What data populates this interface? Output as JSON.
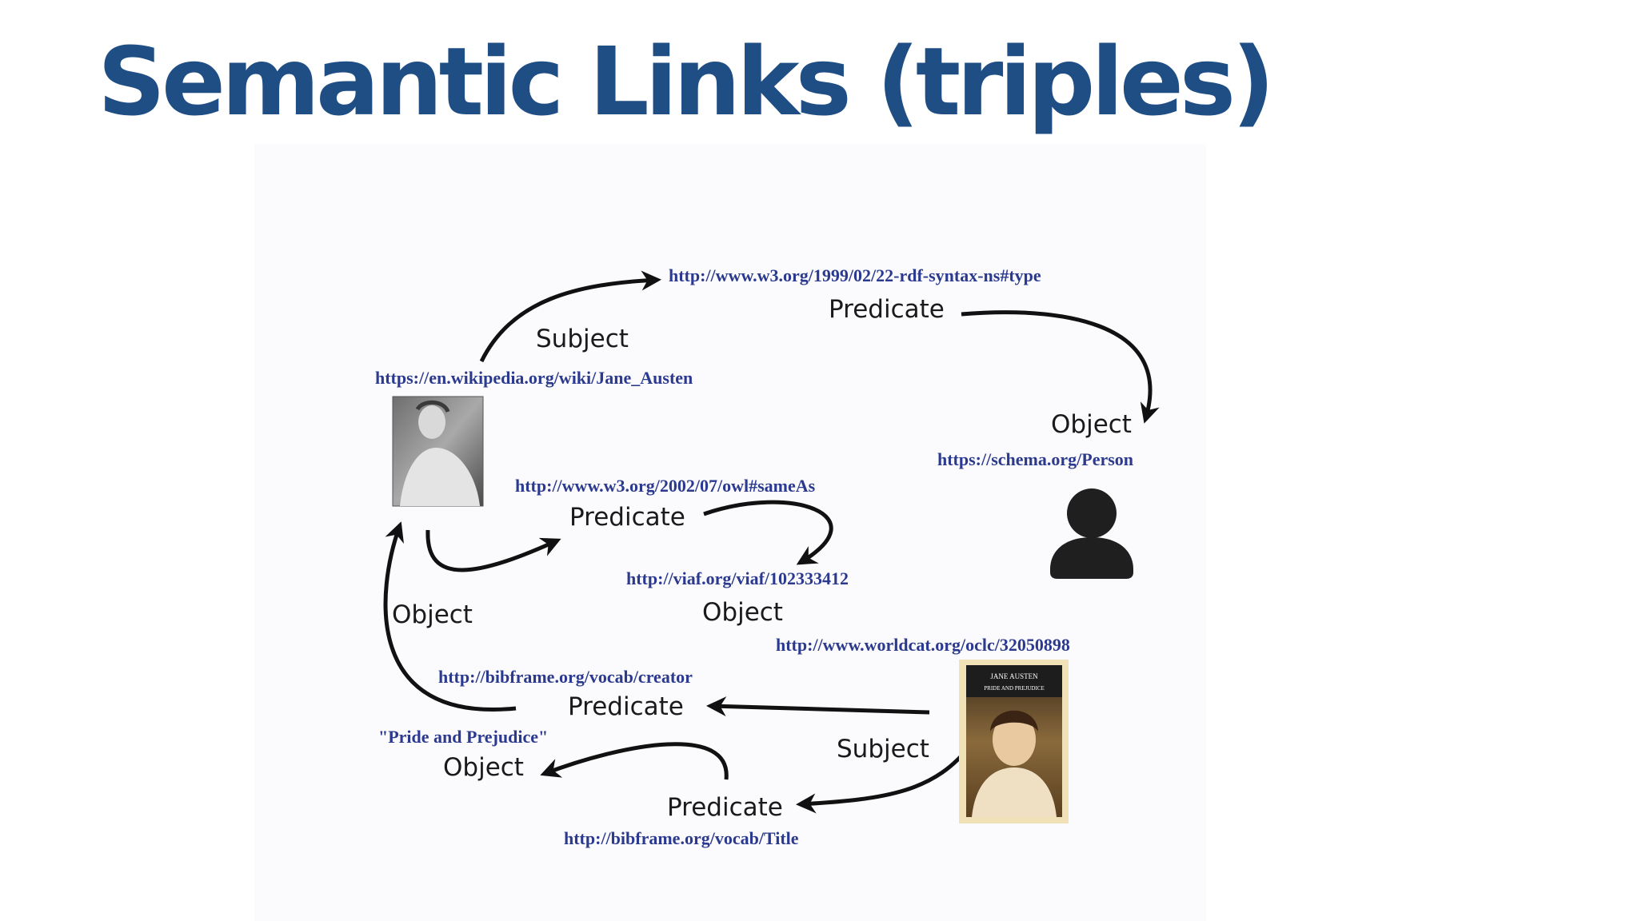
{
  "title": "Semantic Links (triples)",
  "diagram": {
    "top_uri": "http://www.w3.org/1999/02/22-rdf-syntax-ns#type",
    "top_predicate": "Predicate",
    "top_subject": "Subject",
    "austen_uri": "https://en.wikipedia.org/wiki/Jane_Austen",
    "person_object": "Object",
    "person_uri": "https://schema.org/Person",
    "sameas_uri": "http://www.w3.org/2002/07/owl#sameAs",
    "sameas_predicate": "Predicate",
    "viaf_uri": "http://viaf.org/viaf/102333412",
    "viaf_object": "Object",
    "left_object": "Object",
    "worldcat_uri": "http://www.worldcat.org/oclc/32050898",
    "creator_uri": "http://bibframe.org/vocab/creator",
    "creator_predicate": "Predicate",
    "title_literal": "\"Pride and Prejudice\"",
    "title_object": "Object",
    "book_subject": "Subject",
    "title_predicate": "Predicate",
    "title_uri": "http://bibframe.org/vocab/Title",
    "book_cover_author": "JANE AUSTEN",
    "book_cover_title": "PRIDE AND PREJUDICE"
  }
}
